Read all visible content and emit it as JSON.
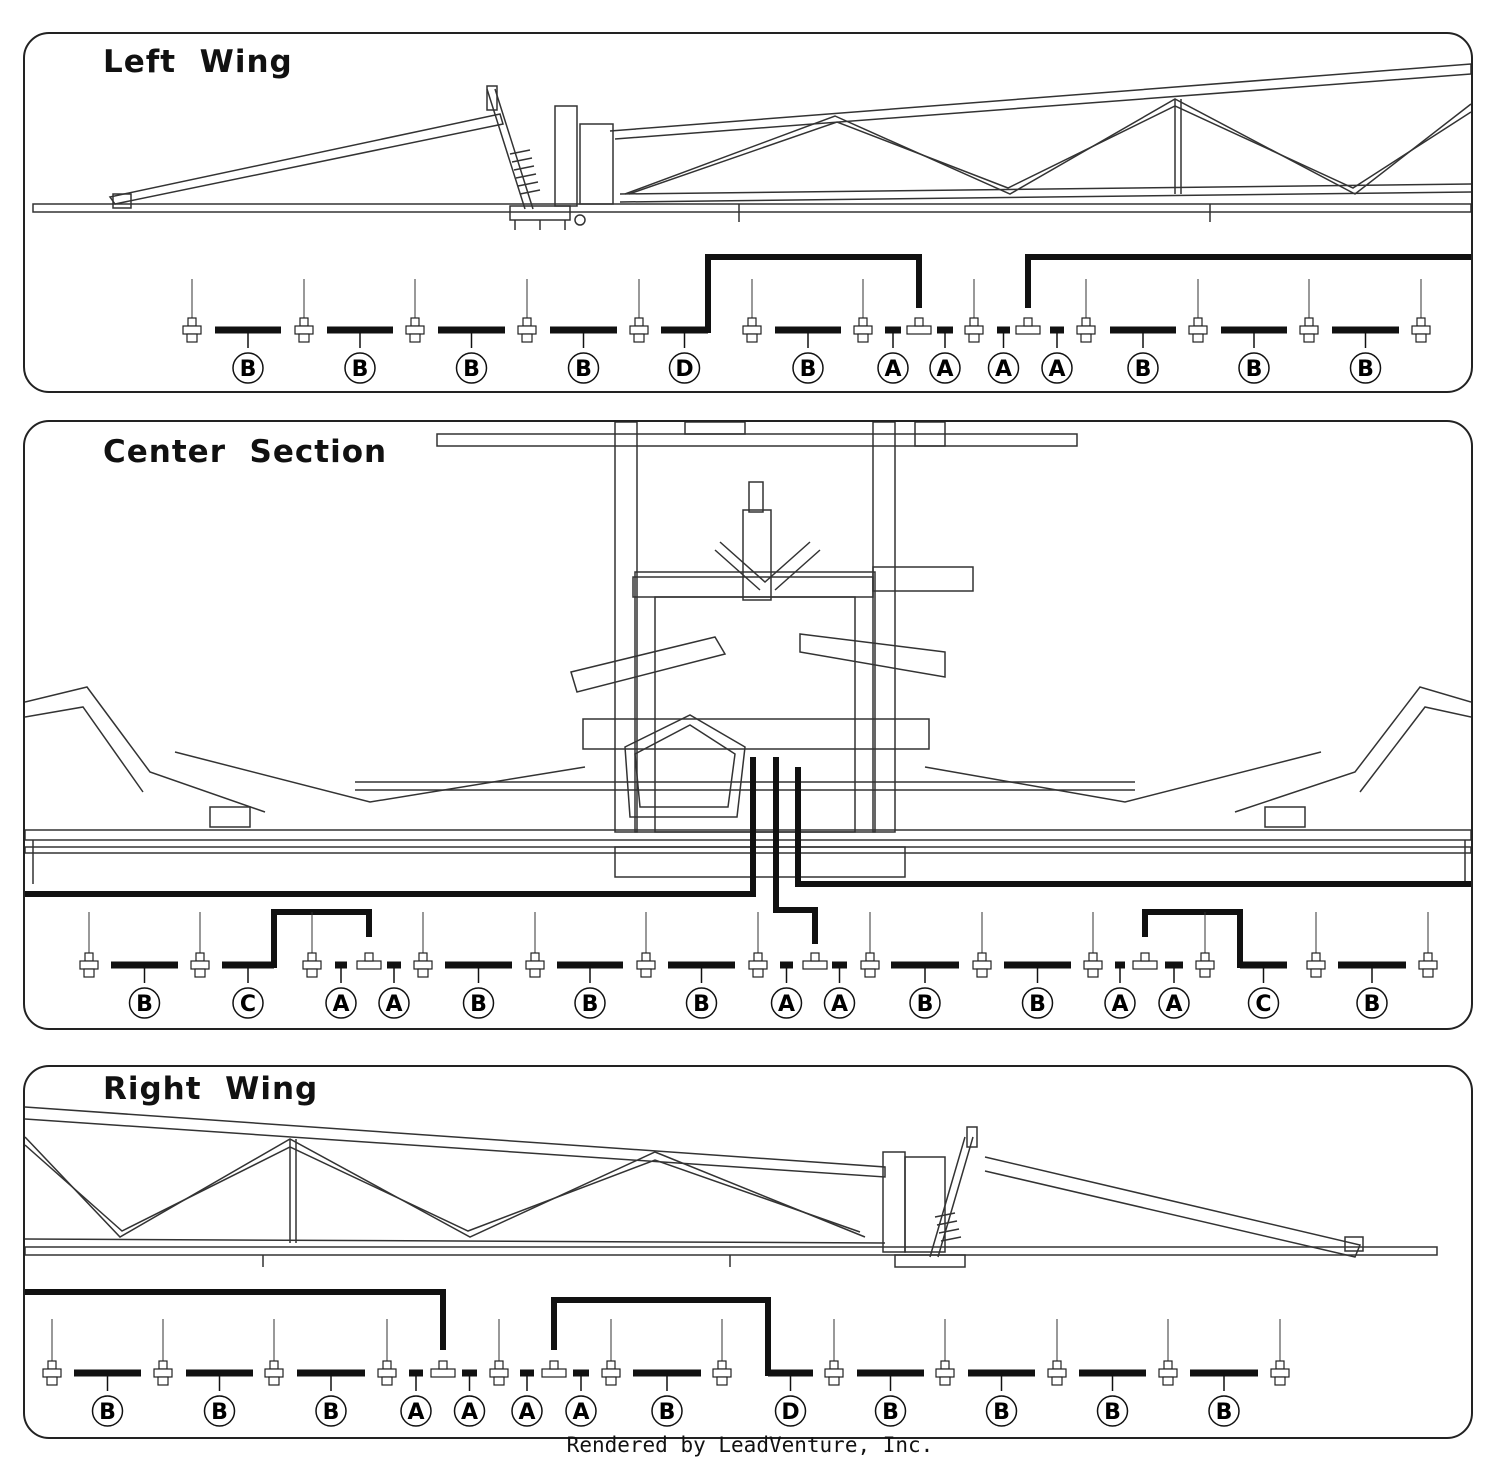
{
  "sections": [
    {
      "id": "left",
      "title": "Left  Wing",
      "labels": [
        "B",
        "B",
        "B",
        "B",
        "D",
        "B",
        "A",
        "A",
        "A",
        "A",
        "B",
        "B",
        "B"
      ]
    },
    {
      "id": "center",
      "title": "Center  Section",
      "labels": [
        "B",
        "C",
        "A",
        "A",
        "B",
        "B",
        "B",
        "A",
        "A",
        "B",
        "B",
        "A",
        "A",
        "C",
        "B"
      ]
    },
    {
      "id": "right",
      "title": "Right  Wing",
      "labels": [
        "B",
        "B",
        "B",
        "A",
        "A",
        "A",
        "A",
        "B",
        "D",
        "B",
        "B",
        "B",
        "B"
      ]
    }
  ],
  "footer": "Rendered by LeadVenture, Inc.",
  "colors": {
    "line": "#111111",
    "frame": "#333333"
  }
}
